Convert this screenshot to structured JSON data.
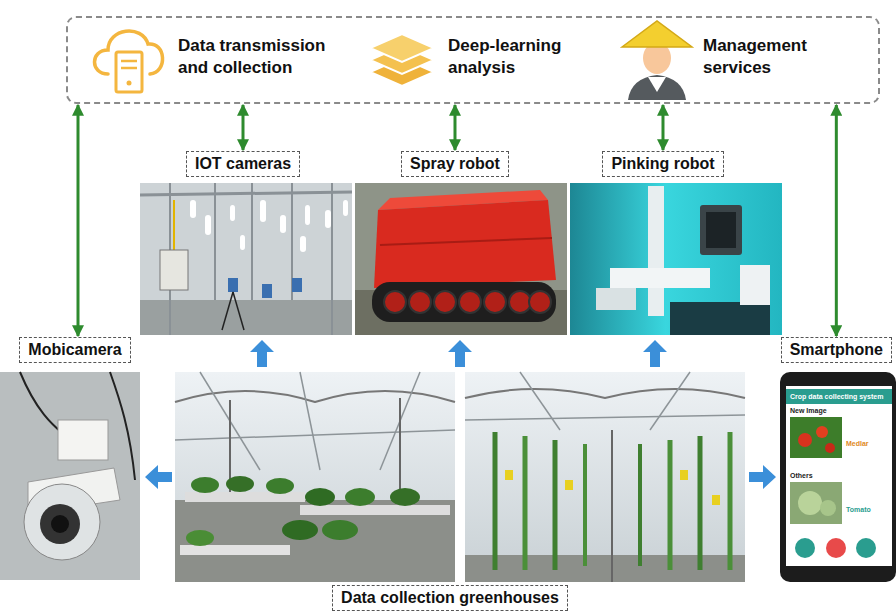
{
  "diagram": {
    "nodes": [
      {
        "text": [
          "Data transmission and collection",
          "Deep-learning analysis",
          "Management services"
        ]
      },
      {
        "text": [
          "IOT cameras"
        ]
      },
      {
        "text": [
          "Spray robot"
        ]
      },
      {
        "text": [
          "Pinking robot"
        ]
      },
      {
        "text": [
          "Mobicamera"
        ]
      },
      {
        "text": [
          "Smartphone"
        ]
      },
      {
        "text": [
          "Data collection greenhouses"
        ]
      }
    ],
    "edges": [
      {
        "from": 1,
        "to": 0,
        "arrow": "both"
      },
      {
        "from": 2,
        "to": 0,
        "arrow": "both"
      },
      {
        "from": 3,
        "to": 0,
        "arrow": "both"
      },
      {
        "from": 4,
        "to": 0,
        "arrow": "both"
      },
      {
        "from": 5,
        "to": 0,
        "arrow": "both"
      }
    ],
    "labels": [
      "Crop data collecting system",
      "New Image",
      "Medlar",
      "Others",
      "Tomato"
    ]
  }
}
